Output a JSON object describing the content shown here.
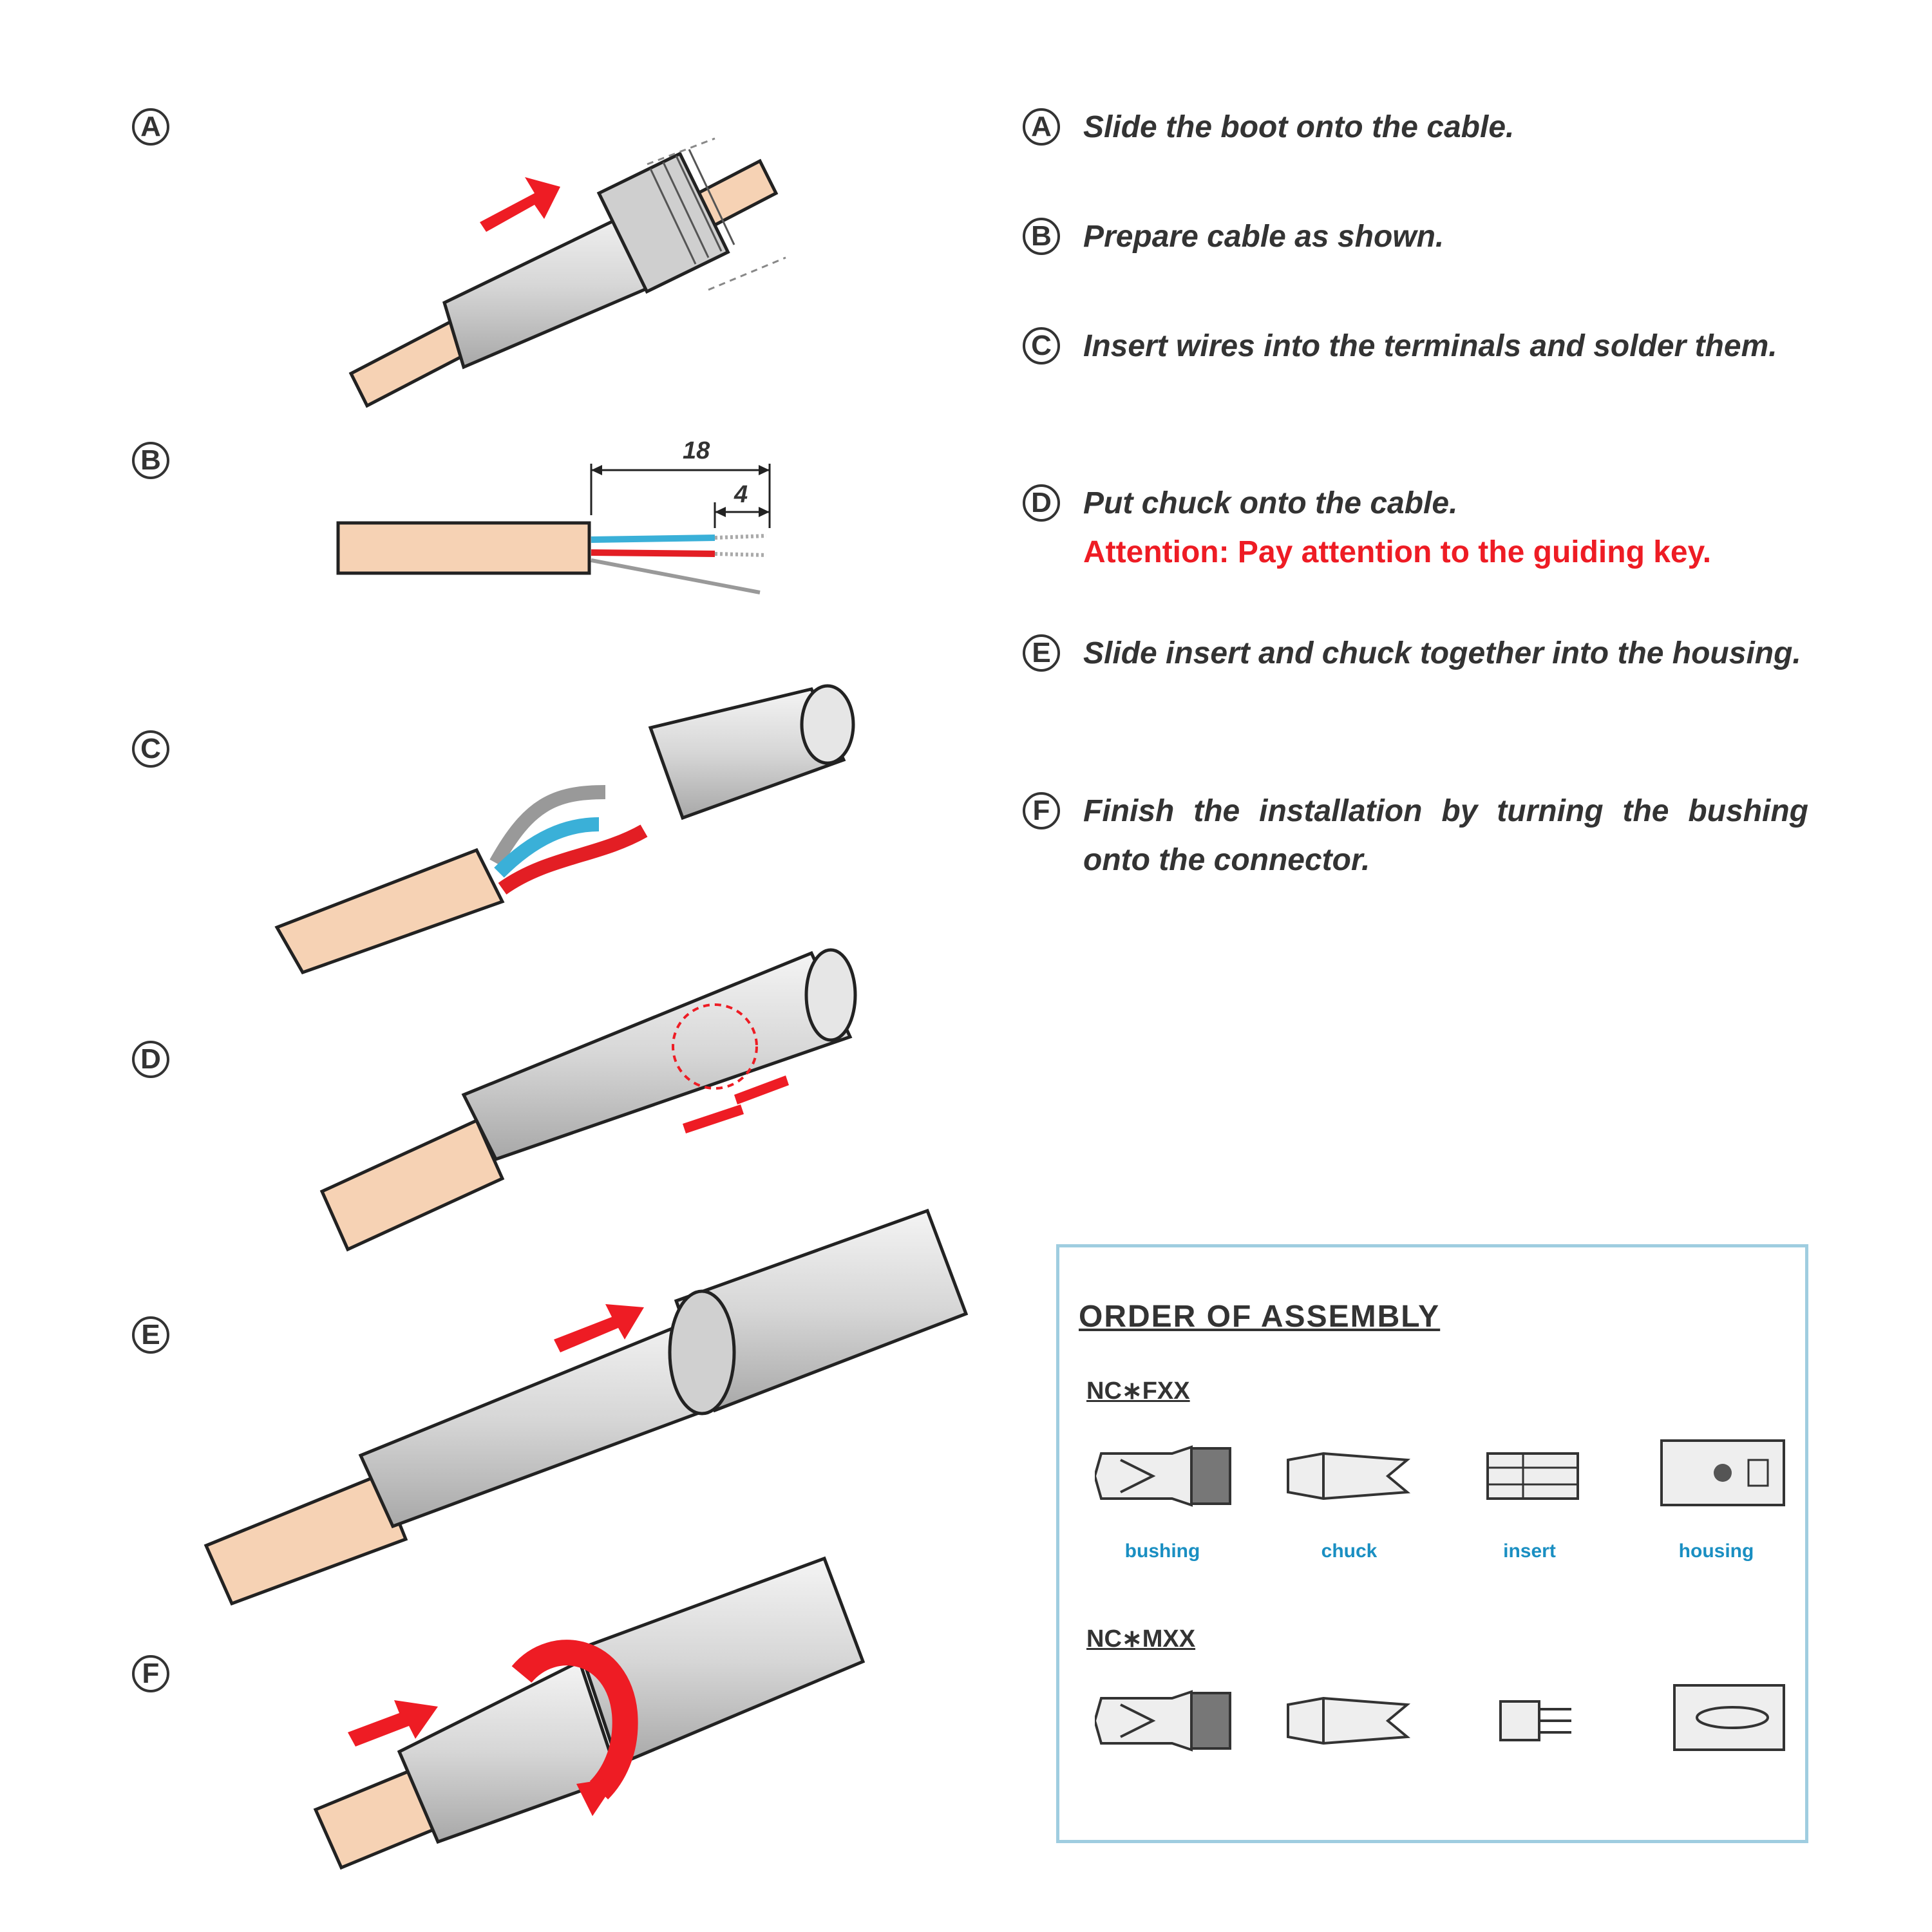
{
  "steps": [
    {
      "letter": "A",
      "text": "Slide the boot onto the cable."
    },
    {
      "letter": "B",
      "text": "Prepare cable as shown."
    },
    {
      "letter": "C",
      "text": "Insert wires into the terminals and solder them."
    },
    {
      "letter": "D",
      "text": "Put chuck onto the cable.",
      "attention": "Attention:  Pay attention to the guiding key."
    },
    {
      "letter": "E",
      "text": "Slide insert and chuck together into the housing."
    },
    {
      "letter": "F",
      "text": "Finish the installation by turning the bushing onto the connector."
    }
  ],
  "diagram_letters": [
    "A",
    "B",
    "C",
    "D",
    "E",
    "F"
  ],
  "dimensions": {
    "strip_length": "18",
    "tin_length": "4"
  },
  "assembly": {
    "title": "ORDER OF ASSEMBLY",
    "models": [
      {
        "name": "NC∗FXX",
        "parts": [
          "bushing",
          "chuck",
          "insert",
          "housing"
        ]
      },
      {
        "name": "NC∗MXX",
        "parts": [
          null,
          null,
          null,
          null
        ]
      }
    ]
  },
  "colors": {
    "cable": "#f6d2b4",
    "arrow": "#ee1c24",
    "blue_wire": "#3ab0d8",
    "red_wire": "#e31e24",
    "box_border": "#9fcde0",
    "label_blue": "#1a8fc2"
  }
}
